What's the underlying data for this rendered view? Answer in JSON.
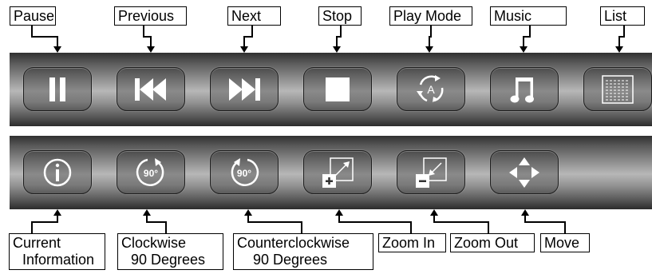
{
  "top_labels": [
    "Pause",
    "Previous",
    "Next",
    "Stop",
    "Play Mode",
    "Music",
    "List"
  ],
  "bottom_labels": {
    "current_information": [
      "Current",
      "Information"
    ],
    "clockwise": [
      "Clockwise",
      "90 Degrees"
    ],
    "counterclockwise": [
      "Counterclockwise",
      "90 Degrees"
    ],
    "zoom_in": "Zoom In",
    "zoom_out": "Zoom Out",
    "move": "Move"
  },
  "icon_text": {
    "play_mode": "A",
    "rotate": "90°"
  },
  "colors": {
    "icon": "#ffffff",
    "bar_dark": "#303030",
    "bar_light": "#b7b7b7",
    "button": "#7a7a7a",
    "label_border": "#000000"
  },
  "icons": {
    "top_row": [
      "pause-icon",
      "previous-icon",
      "next-icon",
      "stop-icon",
      "play-mode-icon",
      "music-icon",
      "list-icon"
    ],
    "bottom_row": [
      "info-icon",
      "rotate-clockwise-icon",
      "rotate-counterclockwise-icon",
      "zoom-in-icon",
      "zoom-out-icon",
      "move-icon"
    ]
  }
}
